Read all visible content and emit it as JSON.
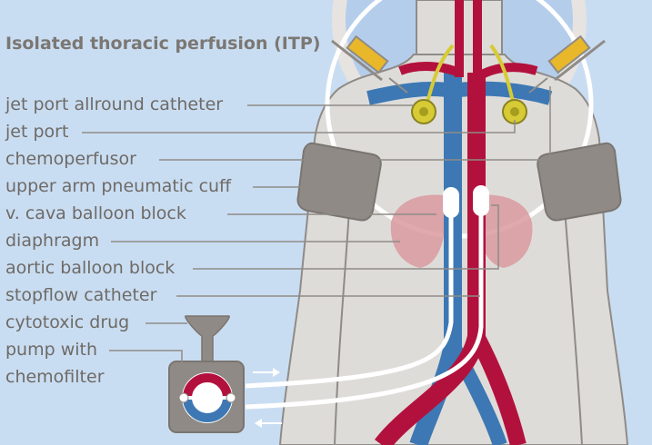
{
  "diagram": {
    "title": "Isolated thoracic perfusion (ITP)",
    "labels": [
      "jet port allround catheter",
      "jet port",
      "chemoperfusor",
      "upper arm pneumatic cuff",
      "v. cava balloon block",
      "diaphragm",
      "aortic balloon block",
      "stopflow catheter",
      "cytotoxic drug",
      "pump with",
      "chemofilter"
    ]
  },
  "colors": {
    "background": "#c9ddf2",
    "body": "#dedcd9",
    "outline": "#8f8b87",
    "vein": "#3d78b4",
    "artery": "#b3113d",
    "lung": "#d99aa0",
    "cuff": "#8f8a85",
    "port": "#d6cb35",
    "syringe": "#e8b72a",
    "label_text": "#6e6a66",
    "leader": "#8f8b87"
  }
}
